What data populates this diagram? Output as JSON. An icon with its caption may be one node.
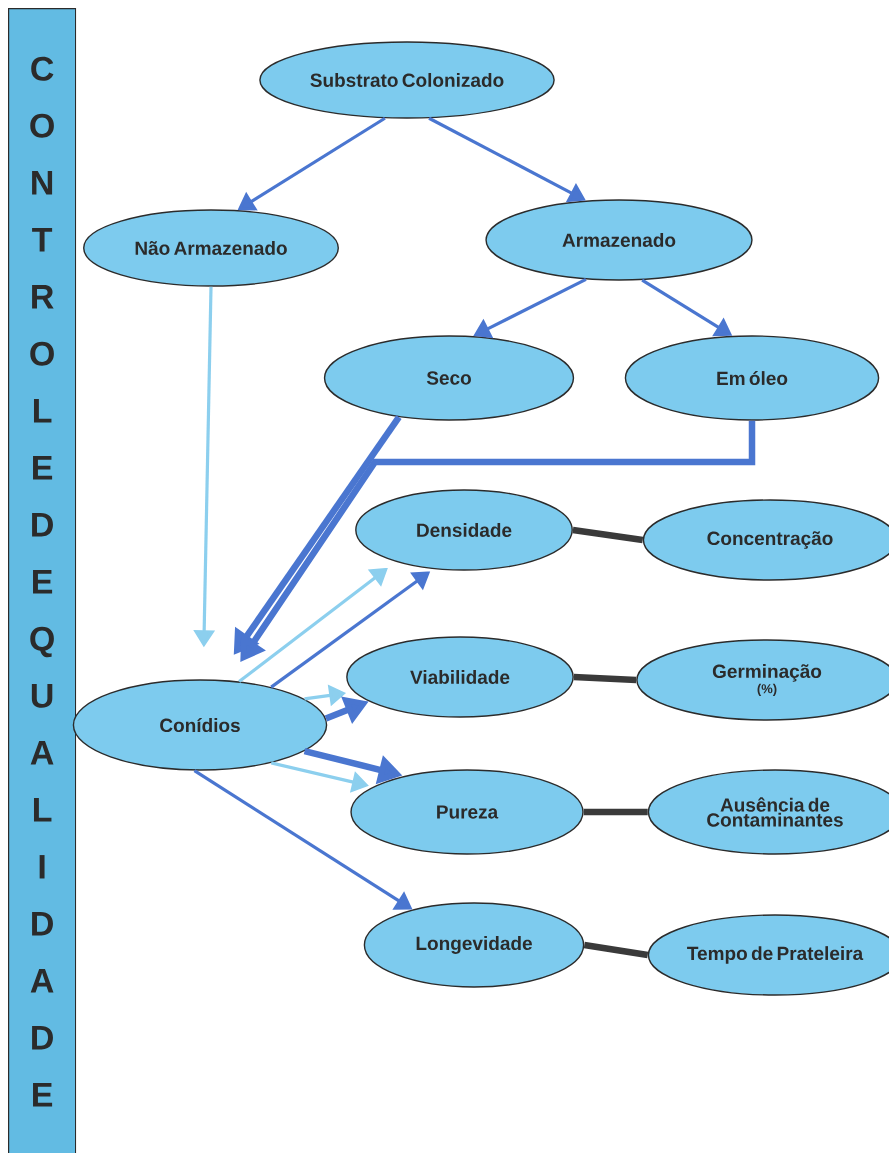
{
  "diagram": {
    "nodes": [
      {
        "text": [
          "CONTROLE DE QUALIDADE"
        ]
      },
      {
        "text": [
          "Substrato Colonizado"
        ]
      },
      {
        "text": [
          "Não Armazenado"
        ]
      },
      {
        "text": [
          "Armazenado"
        ]
      },
      {
        "text": [
          "Seco"
        ]
      },
      {
        "text": [
          "Em óleo"
        ]
      },
      {
        "text": [
          "Densidade"
        ]
      },
      {
        "text": [
          "Concentração"
        ]
      },
      {
        "text": [
          "Viabilidade"
        ]
      },
      {
        "text": [
          "Germinação",
          "(%)"
        ]
      },
      {
        "text": [
          "Conídios"
        ]
      },
      {
        "text": [
          "Pureza"
        ]
      },
      {
        "text": [
          "Ausência de Contaminantes"
        ]
      },
      {
        "text": [
          "Longevidade"
        ]
      },
      {
        "text": [
          "Tempo de Prateleira"
        ]
      }
    ],
    "edges": [
      {
        "from": 1,
        "to": 2,
        "arrow": "to"
      },
      {
        "from": 1,
        "to": 3,
        "arrow": "to"
      },
      {
        "from": 3,
        "to": 4,
        "arrow": "to"
      },
      {
        "from": 3,
        "to": 5,
        "arrow": "to"
      },
      {
        "from": 2,
        "to": 10,
        "arrow": "to",
        "color": "#8ccfee"
      },
      {
        "from": 4,
        "to": 10,
        "arrow": "to",
        "style": "thick"
      },
      {
        "from": 5,
        "to": 10,
        "arrow": "to",
        "style": "thick"
      },
      {
        "from": 10,
        "to": 6,
        "arrow": "to",
        "color": "#8ccfee"
      },
      {
        "from": 10,
        "to": 6,
        "arrow": "to"
      },
      {
        "from": 10,
        "to": 8,
        "arrow": "to",
        "color": "#8ccfee"
      },
      {
        "from": 10,
        "to": 8,
        "arrow": "to",
        "style": "thick"
      },
      {
        "from": 10,
        "to": 11,
        "arrow": "to",
        "color": "#8ccfee"
      },
      {
        "from": 10,
        "to": 11,
        "arrow": "to",
        "style": "thick"
      },
      {
        "from": 10,
        "to": 13,
        "arrow": "to"
      },
      {
        "from": 6,
        "to": 7,
        "arrow": "none",
        "style": "thick",
        "color": "#3a3a3a"
      },
      {
        "from": 8,
        "to": 9,
        "arrow": "none",
        "style": "thick",
        "color": "#3a3a3a"
      },
      {
        "from": 11,
        "to": 12,
        "arrow": "none",
        "style": "thick",
        "color": "#3a3a3a"
      },
      {
        "from": 13,
        "to": 14,
        "arrow": "none",
        "style": "thick",
        "color": "#3a3a3a"
      }
    ]
  }
}
